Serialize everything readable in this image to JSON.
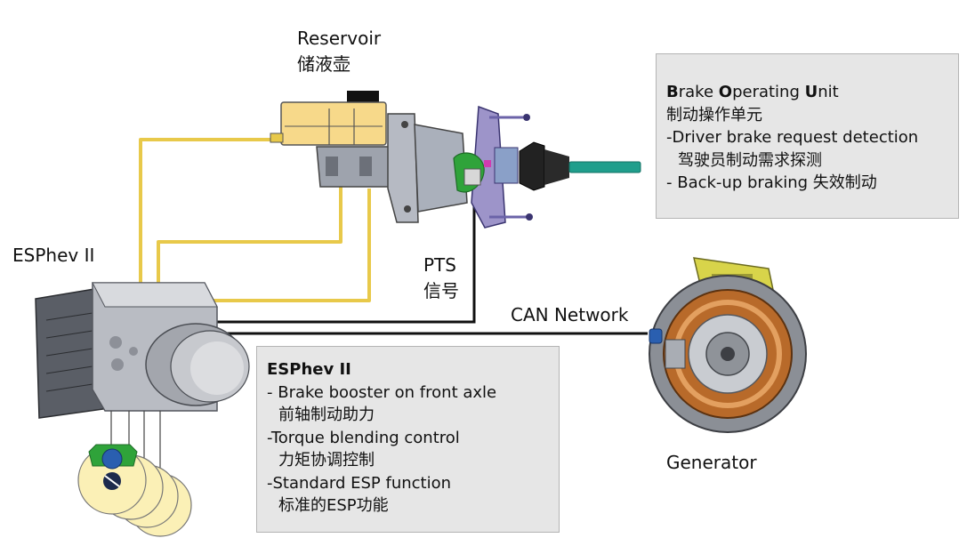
{
  "labels": {
    "reservoir_en": "Reservoir",
    "reservoir_cn": "储液壶",
    "esphev": "ESPhev II",
    "pts_en": "PTS",
    "pts_cn": "信号",
    "can": "CAN Network",
    "generator": "Generator"
  },
  "bou_box": {
    "title_parts": [
      "B",
      "rake ",
      "O",
      "perating ",
      "U",
      "nit"
    ],
    "lines": [
      "制动操作单元",
      "-Driver brake request detection",
      "驾驶员制动需求探测",
      "- Back-up braking 失效制动"
    ]
  },
  "esp_box": {
    "title": "ESPhev II",
    "lines": [
      "- Brake booster on front axle",
      "前轴制动助力",
      "-Torque blending control",
      "力矩协调控制",
      "-Standard ESP function",
      "标准的ESP功能"
    ]
  },
  "colors": {
    "hydraulic_line": "#e8c94a",
    "signal_line": "#111111",
    "reservoir_fluid": "#f7d98a",
    "info_box": "#e6e6e6",
    "sensor_green": "#2fa33a",
    "rod_teal": "#1f9e8c",
    "motor_copper": "#b86a2a",
    "connector_blue": "#2a5fb0"
  }
}
